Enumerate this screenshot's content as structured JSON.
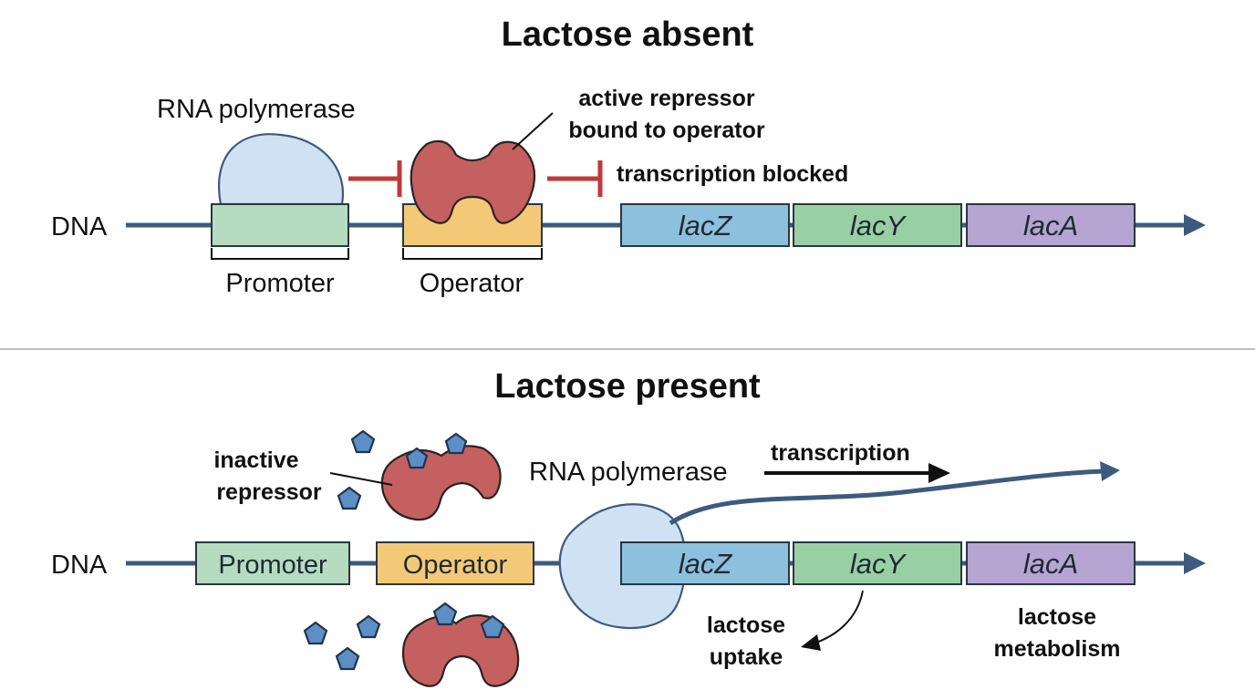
{
  "panel_top": {
    "title": "Lactose absent",
    "dna_label": "DNA",
    "polymerase_label": "RNA polymerase",
    "repressor_label_line1": "active repressor",
    "repressor_label_line2": "bound to operator",
    "blocked_label": "transcription blocked",
    "promoter_label": "Promoter",
    "operator_label": "Operator",
    "genes": [
      "lacZ",
      "lacY",
      "lacA"
    ]
  },
  "panel_bottom": {
    "title": "Lactose present",
    "dna_label": "DNA",
    "inactive_label_line1": "inactive",
    "inactive_label_line2": "repressor",
    "polymerase_label": "RNA polymerase",
    "transcription_label": "transcription",
    "promoter_label": "Promoter",
    "operator_label": "Operator",
    "genes": [
      "lacZ",
      "lacY",
      "lacA"
    ],
    "uptake_line1": "lactose",
    "uptake_line2": "uptake",
    "metabolism_line1": "lactose",
    "metabolism_line2": "metabolism"
  },
  "colors": {
    "dna": "#3e5a7e",
    "promoter": "#b5dcc0",
    "operator": "#f3c977",
    "lacZ": "#8cc0dc",
    "lacY": "#98d0a4",
    "lacA": "#b6a4d2",
    "repressor": "#c56060",
    "polymerase": "#cfe2f3",
    "lactose": "#5b8fc6",
    "inhibition": "#c0393a"
  }
}
